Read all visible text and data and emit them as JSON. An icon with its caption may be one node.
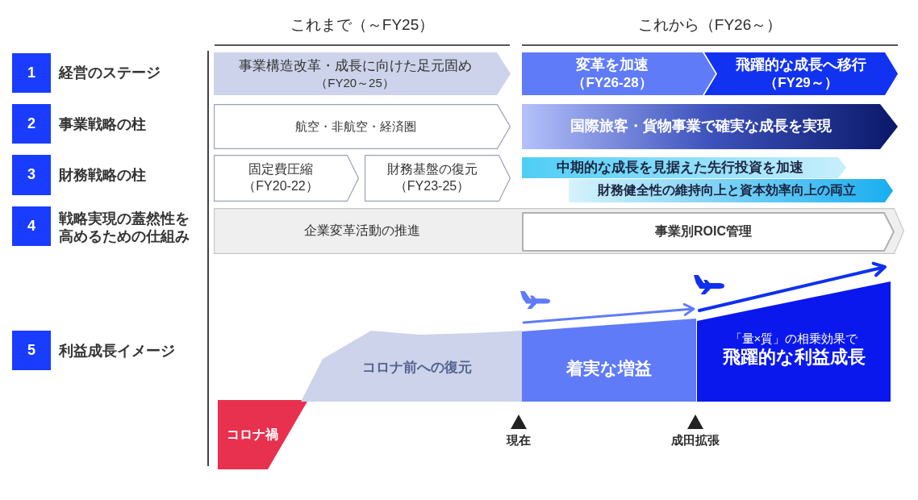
{
  "diagram": {
    "nodes": [
      {
        "text": [
          "1"
        ],
        "beside": [
          "経営のステージ"
        ]
      },
      {
        "text": [
          "事業構造改革・成長に向けた足元固め",
          "（FY20～25）"
        ]
      },
      {
        "text": [
          "変革を加速",
          "（FY26-28）"
        ]
      },
      {
        "text": [
          "飛躍的な成長へ移行",
          "（FY29～）"
        ]
      },
      {
        "text": [
          "2"
        ],
        "beside": [
          "事業戦略の柱"
        ]
      },
      {
        "text": [
          "航空・非航空・経済圏"
        ]
      },
      {
        "text": [
          "国際旅客・貨物事業で確実な成長を実現"
        ]
      },
      {
        "text": [
          "3"
        ],
        "beside": [
          "財務戦略の柱"
        ]
      },
      {
        "text": [
          "固定費圧縮",
          "（FY20-22）"
        ]
      },
      {
        "text": [
          "財務基盤の復元",
          "（FY23-25）"
        ]
      },
      {
        "text": [
          "中期的な成長を見据えた先行投資を加速"
        ]
      },
      {
        "text": [
          "財務健全性の維持向上と資本効率向上の両立"
        ]
      },
      {
        "text": [
          "4"
        ],
        "beside": [
          "戦略実現の蓋然性を高めるための仕組み"
        ]
      },
      {
        "text": [
          "企業変革活動の推進"
        ]
      },
      {
        "text": [
          "事業別ROIC管理"
        ],
        "in": 13
      },
      {
        "text": [
          "5"
        ],
        "beside": [
          "利益成長イメージ"
        ]
      },
      {
        "text": [
          "コロナ禍"
        ]
      },
      {
        "text": [
          "コロナ前への復元"
        ]
      },
      {
        "text": [
          "着実な増益"
        ]
      },
      {
        "text": [
          "「量×質」の相乗効果で",
          "飛躍的な利益成長"
        ]
      }
    ],
    "labels": [
      "これまで（～FY25）",
      "これから（FY26～）",
      "現在",
      "成田拡張"
    ]
  }
}
